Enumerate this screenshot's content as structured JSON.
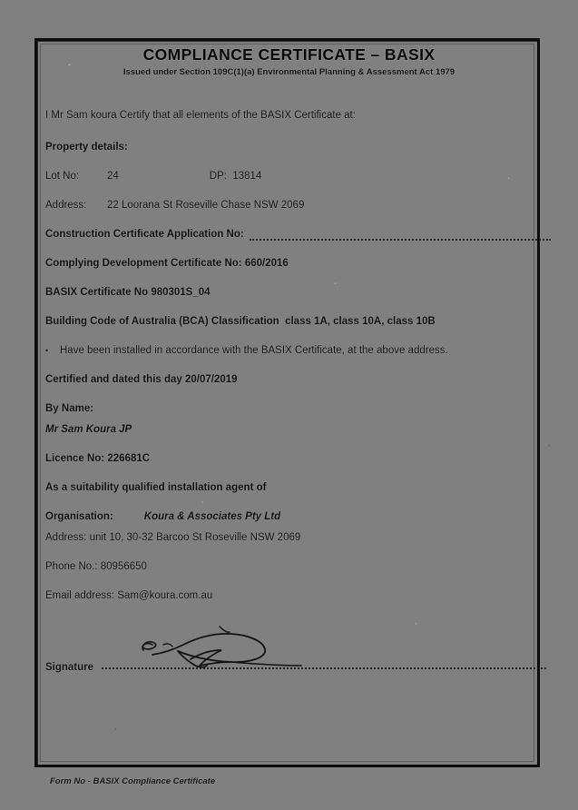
{
  "document": {
    "title_line": "COMPLIANCE CERTIFICATE – BASIX",
    "subtitle": "Issued under Section 109C(1)(a) Environmental Planning & Assessment Act 1979",
    "certify_statement": "I Mr Sam koura Certify that all elements of the BASIX Certificate at:",
    "footer": "Form No - BASIX Compliance Certificate"
  },
  "property": {
    "section_heading": "Property details:",
    "lot_label": "Lot No:",
    "lot_value": "24",
    "dp_label": "DP:",
    "dp_value": "13814",
    "address_label": "Address:",
    "address_value": "22 Loorana St Roseville Chase NSW 2069"
  },
  "certificates": {
    "construction_label": "Construction Certificate Application No:",
    "construction_value": "",
    "complying_label": "Complying Development Certificate No:",
    "complying_value": "660/2016",
    "basix_label": "BASIX Certificate No",
    "basix_value": "980301S_04",
    "bca_label": "Building Code of Australia (BCA) Classification",
    "bca_value": "class 1A, class 10A, class 10B"
  },
  "declaration": {
    "bullet_marker": "•",
    "bullet_text": "Have been installed in accordance with the BASIX Certificate, at the above address.",
    "certified_text": "Certified and dated this day 20/07/2019",
    "by_name_label": "By Name:",
    "by_name_value": "Mr Sam Koura JP",
    "licence_label": "Licence No:",
    "licence_value": "226681C",
    "agent_text": "As a suitability qualified installation agent of"
  },
  "organisation": {
    "org_label": "Organisation:",
    "org_value": "Koura & Associates Pty Ltd",
    "address_line": "Address: unit 10, 30-32 Barcoo St Roseville NSW 2069",
    "phone_line": "Phone No.: 80956650",
    "email_line": "Email address: Sam@koura.com.au"
  },
  "signature": {
    "label": "Signature"
  },
  "colors": {
    "background": "#808080",
    "ink": "#0c0c0c",
    "frame": "#0d0d0d"
  }
}
